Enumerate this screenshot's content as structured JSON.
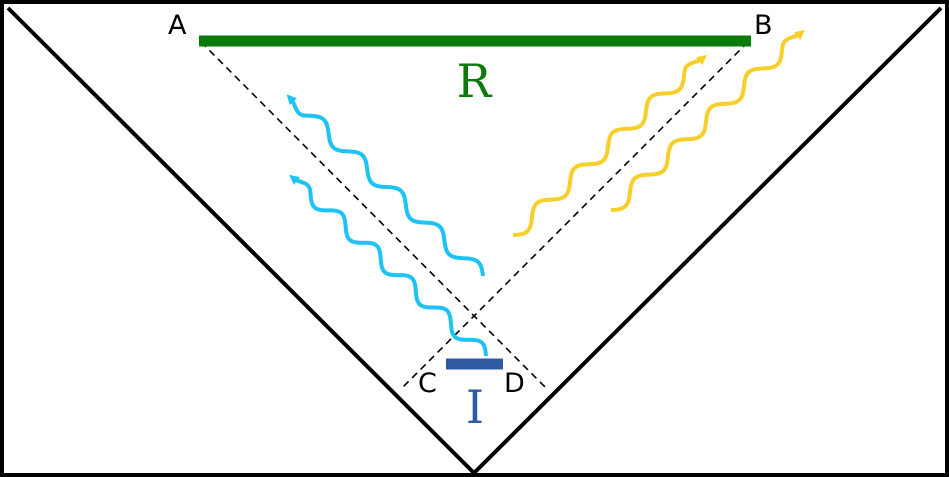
{
  "colors": {
    "frame": "#000000",
    "dashed": "#000000",
    "region_R": "#0a7a0a",
    "region_I": "#2f5aa0",
    "wave_blue": "#1ec3f5",
    "wave_yellow": "#f7cf2a",
    "background": "#ffffff"
  },
  "labels": {
    "point_A": "A",
    "point_B": "B",
    "point_C": "C",
    "point_D": "D",
    "region_R": "R",
    "region_I": "I"
  }
}
